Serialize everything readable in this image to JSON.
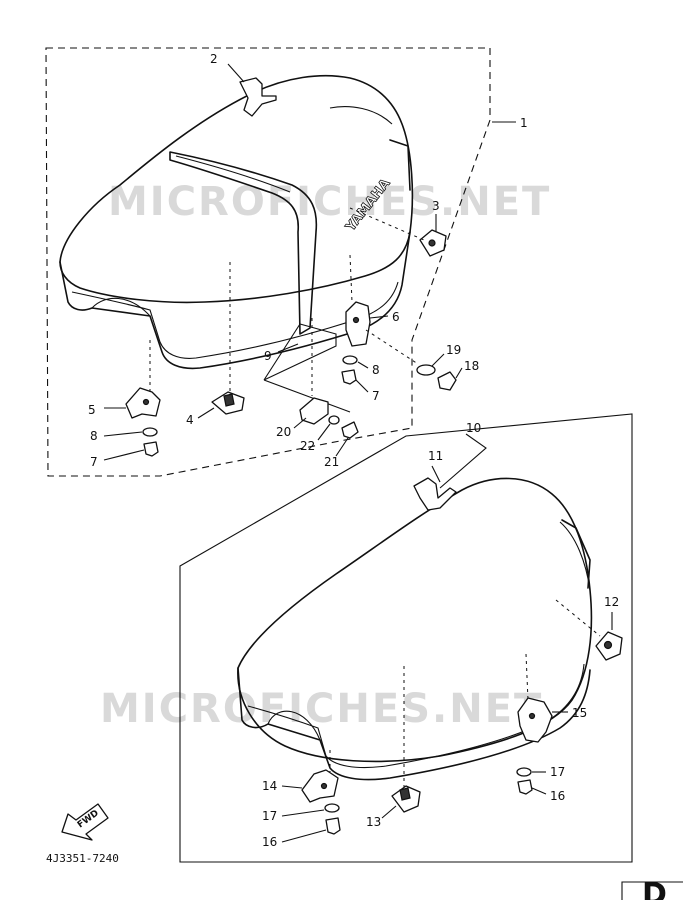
{
  "watermark": "MICROFICHES.NET",
  "seat_brand": "YAMAHA",
  "direction_label": "FWD",
  "diagram_code": "4J3351-7240",
  "corner_mark": "D",
  "callouts": [
    {
      "id": "c1",
      "label": "1"
    },
    {
      "id": "c2",
      "label": "2"
    },
    {
      "id": "c3",
      "label": "3"
    },
    {
      "id": "c4",
      "label": "4"
    },
    {
      "id": "c5",
      "label": "5"
    },
    {
      "id": "c6",
      "label": "6"
    },
    {
      "id": "c7a",
      "label": "7"
    },
    {
      "id": "c7b",
      "label": "7"
    },
    {
      "id": "c8a",
      "label": "8"
    },
    {
      "id": "c8b",
      "label": "8"
    },
    {
      "id": "c9",
      "label": "9"
    },
    {
      "id": "c10",
      "label": "10"
    },
    {
      "id": "c11",
      "label": "11"
    },
    {
      "id": "c12",
      "label": "12"
    },
    {
      "id": "c13",
      "label": "13"
    },
    {
      "id": "c14",
      "label": "14"
    },
    {
      "id": "c15",
      "label": "15"
    },
    {
      "id": "c16a",
      "label": "16"
    },
    {
      "id": "c16b",
      "label": "16"
    },
    {
      "id": "c17a",
      "label": "17"
    },
    {
      "id": "c17b",
      "label": "17"
    },
    {
      "id": "c18",
      "label": "18"
    },
    {
      "id": "c19",
      "label": "19"
    },
    {
      "id": "c20",
      "label": "20"
    },
    {
      "id": "c21",
      "label": "21"
    },
    {
      "id": "c22",
      "label": "22"
    }
  ]
}
